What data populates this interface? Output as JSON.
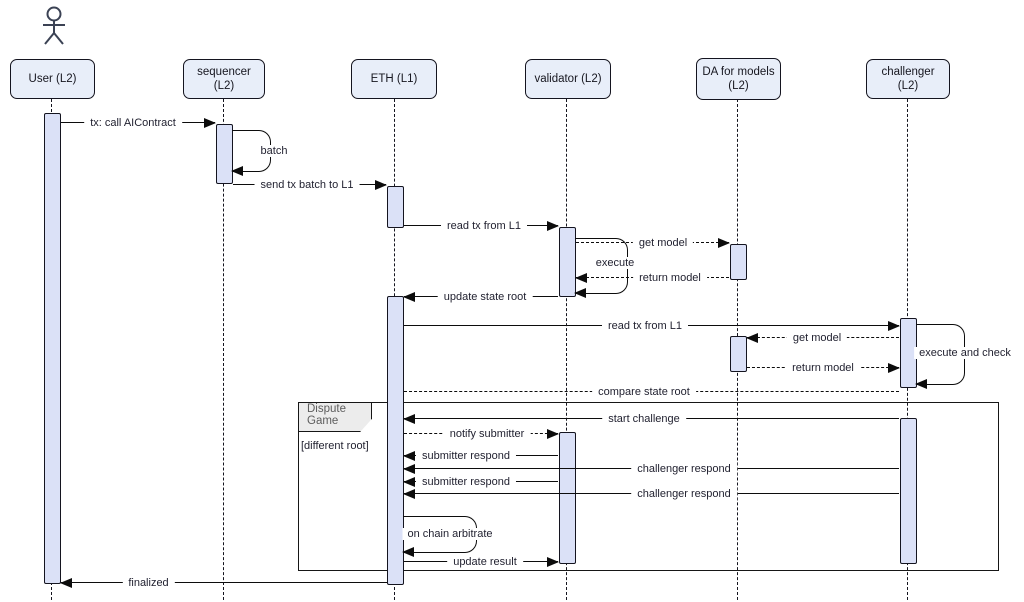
{
  "diagram_type": "uml-sequence-diagram",
  "participants": [
    {
      "id": "user",
      "label": "User (L2)"
    },
    {
      "id": "sequencer",
      "label": "sequencer (L2)"
    },
    {
      "id": "eth",
      "label": "ETH (L1)"
    },
    {
      "id": "validator",
      "label": "validator (L2)"
    },
    {
      "id": "da",
      "label": "DA for models (L2)"
    },
    {
      "id": "challenger",
      "label": "challenger (L2)"
    }
  ],
  "frame": {
    "title": "Dispute Game",
    "condition": "[different root]"
  },
  "messages": [
    {
      "label": "tx: call AIContract",
      "from": "user",
      "to": "sequencer",
      "style": "solid"
    },
    {
      "label": "batch",
      "on": "sequencer",
      "type": "self-loop"
    },
    {
      "label": "send tx batch to L1",
      "from": "sequencer",
      "to": "eth",
      "style": "solid"
    },
    {
      "label": "read tx from L1",
      "from": "eth",
      "to": "validator",
      "style": "solid"
    },
    {
      "label": "get model",
      "from": "validator",
      "to": "da",
      "style": "dashed"
    },
    {
      "label": "execute",
      "on": "validator",
      "type": "self-loop"
    },
    {
      "label": "return model",
      "from": "da",
      "to": "validator",
      "style": "dashed"
    },
    {
      "label": "update state root",
      "from": "validator",
      "to": "eth",
      "style": "solid"
    },
    {
      "label": "read tx from L1",
      "from": "eth",
      "to": "challenger",
      "style": "solid"
    },
    {
      "label": "get model",
      "from": "challenger",
      "to": "da",
      "style": "dashed"
    },
    {
      "label": "return model",
      "from": "da",
      "to": "challenger",
      "style": "dashed"
    },
    {
      "label": "execute and check",
      "on": "challenger",
      "type": "self-loop"
    },
    {
      "label": "compare state root",
      "from": "challenger",
      "to": "eth",
      "style": "dashed"
    },
    {
      "label": "start challenge",
      "from": "challenger",
      "to": "eth",
      "style": "solid"
    },
    {
      "label": "notify submitter",
      "from": "eth",
      "to": "validator",
      "style": "dashed"
    },
    {
      "label": "submitter respond",
      "from": "validator",
      "to": "eth",
      "style": "solid"
    },
    {
      "label": "challenger respond",
      "from": "challenger",
      "to": "eth",
      "style": "solid"
    },
    {
      "label": "submitter respond",
      "from": "validator",
      "to": "eth",
      "style": "solid"
    },
    {
      "label": "challenger respond",
      "from": "challenger",
      "to": "eth",
      "style": "solid"
    },
    {
      "label": "on chain arbitrate",
      "on": "eth",
      "type": "self-loop"
    },
    {
      "label": "update result",
      "from": "eth",
      "to": "validator",
      "style": "solid"
    },
    {
      "label": "finalized",
      "from": "eth",
      "to": "user",
      "style": "solid"
    }
  ],
  "icons": {
    "actor": "stick-figure-actor"
  },
  "colors": {
    "background": "#ffffff",
    "participant_fill": "#e8eef9",
    "participant_border": "#14141f",
    "activation_fill": "#dbe1f7",
    "line": "#0c0c0c",
    "text": "#1f1f2e",
    "frame_label_fill": "#ececec",
    "frame_label_text": "#5d5d5d"
  }
}
